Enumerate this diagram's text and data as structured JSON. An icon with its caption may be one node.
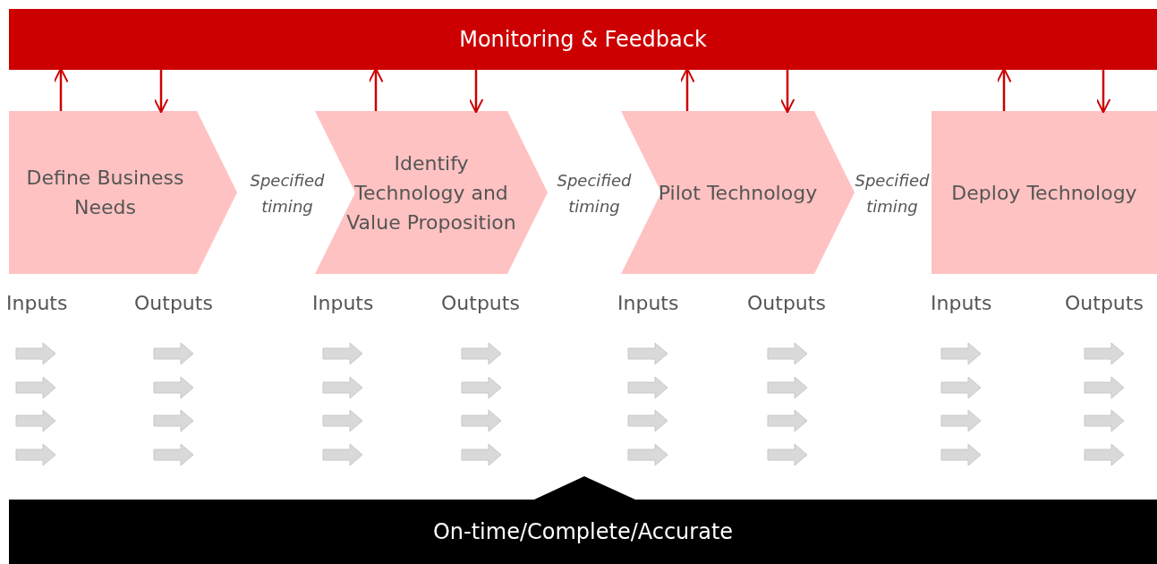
{
  "diagram": {
    "nodes": [
      {
        "text": [
          "Monitoring & Feedback"
        ]
      },
      {
        "text": [
          "Define Business Needs"
        ]
      },
      {
        "text": [
          "Identify Technology and Value Proposition"
        ]
      },
      {
        "text": [
          "Pilot Technology"
        ]
      },
      {
        "text": [
          "Deploy Technology"
        ]
      },
      {
        "text": [
          "On-time/Complete/Accurate"
        ]
      }
    ],
    "edges": [
      {
        "from": 1,
        "to": 0,
        "arrow": "to"
      },
      {
        "from": 0,
        "to": 1,
        "arrow": "to"
      },
      {
        "from": 2,
        "to": 0,
        "arrow": "to"
      },
      {
        "from": 0,
        "to": 2,
        "arrow": "to"
      },
      {
        "from": 3,
        "to": 0,
        "arrow": "to"
      },
      {
        "from": 0,
        "to": 3,
        "arrow": "to"
      },
      {
        "from": 4,
        "to": 0,
        "arrow": "to"
      },
      {
        "from": 0,
        "to": 4,
        "arrow": "to"
      }
    ],
    "labels": [
      "Specified timing",
      "Specified timing",
      "Specified timing",
      "Inputs",
      "Outputs",
      "Inputs",
      "Outputs",
      "Inputs",
      "Outputs",
      "Inputs",
      "Outputs"
    ]
  }
}
